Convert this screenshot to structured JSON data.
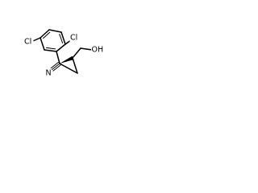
{
  "atoms": {
    "cl_top": "Cl",
    "cl_left": "Cl",
    "nitrile_n": "N",
    "hydroxyl": "OH"
  },
  "colors": {
    "bond": "#000000",
    "background": "#ffffff"
  }
}
